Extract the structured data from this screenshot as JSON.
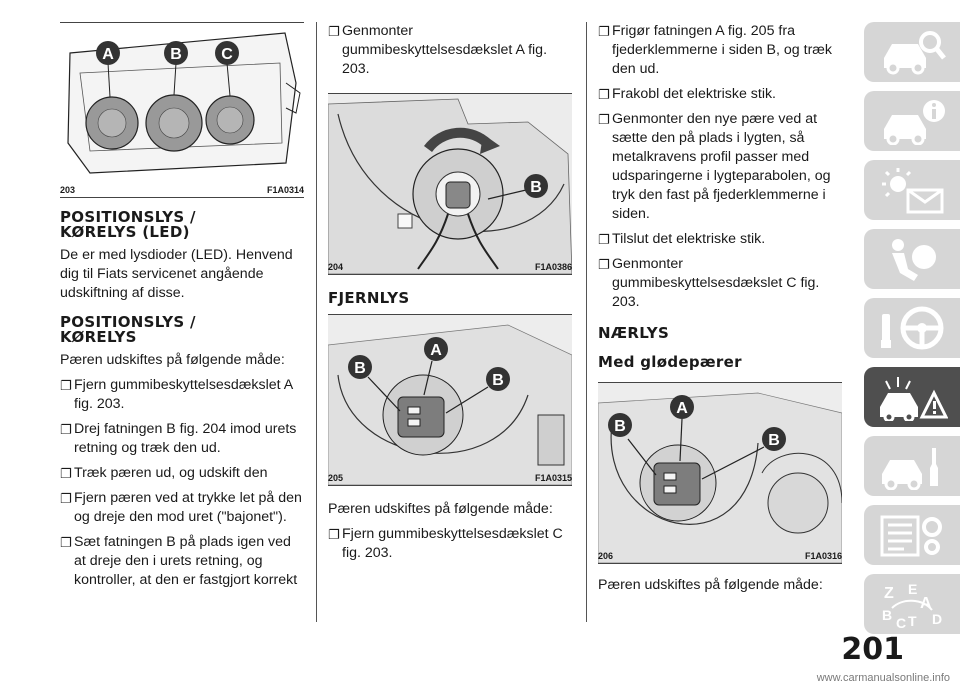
{
  "col1": {
    "fig": {
      "number": "203",
      "code": "F1A0314",
      "labels": [
        "A",
        "B",
        "C"
      ]
    },
    "h1": [
      "POSITIONSLYS /",
      "KØRELYS (LED)"
    ],
    "p1": "De er med lysdioder (LED). Henvend dig til Fiats servicenet angående udskiftning af disse.",
    "h2": [
      "POSITIONSLYS /",
      "KØRELYS"
    ],
    "p2": "Pæren udskiftes på følgende måde:",
    "steps": [
      "Fjern gummibeskyttelsesdækslet A fig. 203.",
      "Drej fatningen B fig. 204 imod urets retning og træk den ud.",
      "Træk pæren ud, og udskift den",
      "Fjern pæren ved at trykke let på den og dreje den mod uret (\"bajonet\").",
      "Sæt fatningen B på plads igen ved at dreje den i urets retning, og kontroller, at den er fastgjort korrekt"
    ]
  },
  "col2": {
    "steps": [
      "Genmonter gummibeskyttelsesdækslet A fig. 203."
    ],
    "fig1": {
      "number": "204",
      "code": "F1A0386",
      "labels": [
        "B"
      ]
    },
    "heading": "FJERNLYS",
    "fig2": {
      "number": "205",
      "code": "F1A0315",
      "labels": [
        "A",
        "B",
        "B"
      ]
    },
    "p": "Pæren udskiftes på følgende måde:",
    "steps2": [
      "Fjern gummibeskyttelsesdækslet C fig. 203."
    ]
  },
  "col3": {
    "steps": [
      "Frigør fatningen A fig. 205 fra fjederklemmerne i siden B, og træk den ud.",
      "Frakobl det elektriske stik.",
      "Genmonter den nye pære ved at sætte den på plads i lygten, så metalkravens profil passer med udsparingerne i lygteparabolen, og tryk den fast på fjederklemmerne i siden.",
      "Tilslut det elektriske stik.",
      "Genmonter gummibeskyttelsesdækslet C fig. 203."
    ],
    "heading1": "NÆRLYS",
    "heading2": "Med glødepærer",
    "fig": {
      "number": "206",
      "code": "F1A0316",
      "labels": [
        "A",
        "B",
        "B"
      ]
    },
    "p": "Pæren udskiftes på følgende måde:"
  },
  "checkbox_glyph": "❐",
  "sidebar": {
    "items": [
      {
        "icon": "car-search-icon"
      },
      {
        "icon": "car-info-icon"
      },
      {
        "icon": "warning-lights-icon"
      },
      {
        "icon": "airbag-icon"
      },
      {
        "icon": "steering-wheel-icon"
      },
      {
        "icon": "car-breakdown-icon",
        "active": true
      },
      {
        "icon": "car-service-icon"
      },
      {
        "icon": "technical-data-icon"
      },
      {
        "icon": "alphabetical-index-icon",
        "letters": [
          "Z",
          "E",
          "A",
          "B",
          "C",
          "T",
          "D"
        ]
      }
    ]
  },
  "page_number": "201",
  "watermark": "www.carmanualsonline.info",
  "colors": {
    "accent_dark": "#4f4f4f",
    "tab_light": "#d6d6d6",
    "label_fill": "#333333"
  }
}
